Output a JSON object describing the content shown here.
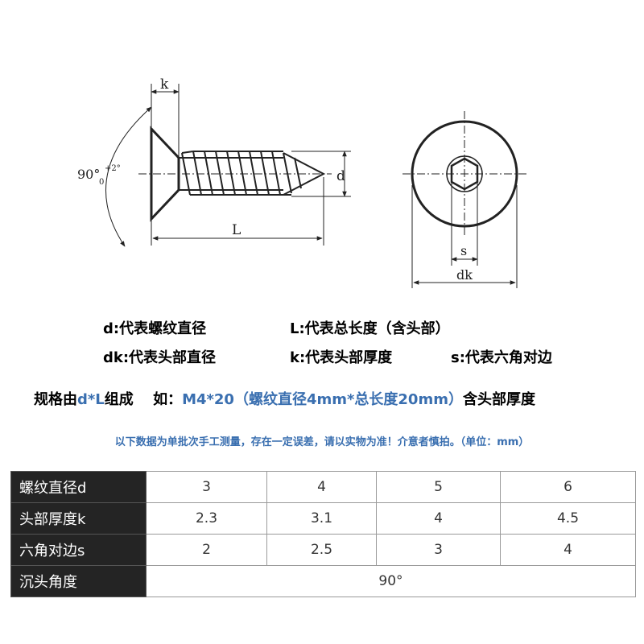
{
  "diagram": {
    "side_labels": {
      "k": "k",
      "angle_main": "90°",
      "angle_tol_upper": "+2°",
      "angle_tol_lower": "0",
      "d": "d",
      "L": "L"
    },
    "top_labels": {
      "s": "s",
      "dk": "dk"
    }
  },
  "legend": {
    "line1": {
      "d": "d:代表螺纹直径",
      "L": "L:代表总长度（含头部）"
    },
    "line2": {
      "dk": "dk:代表头部直径",
      "k": "k:代表头部厚度",
      "s": "s:代表六角对边"
    },
    "spec": {
      "prefix": "规格由",
      "formula": "d*L",
      "suffix": "组成",
      "example_label": "如：",
      "example": "M4*20（螺纹直径4mm*总长度20mm）",
      "tail": "含头部厚度"
    }
  },
  "note": "以下数据为单批次手工测量，存在一定误差，请以实物为准！介意者慎拍。（单位：mm）",
  "table": {
    "rows": [
      {
        "label": "螺纹直径d",
        "values": [
          "3",
          "4",
          "5",
          "6"
        ]
      },
      {
        "label": "头部厚度k",
        "values": [
          "2.3",
          "3.1",
          "4",
          "4.5"
        ]
      },
      {
        "label": "六角对边s",
        "values": [
          "2",
          "2.5",
          "3",
          "4"
        ]
      }
    ],
    "angle_row": {
      "label": "沉头角度",
      "value": "90°"
    }
  }
}
